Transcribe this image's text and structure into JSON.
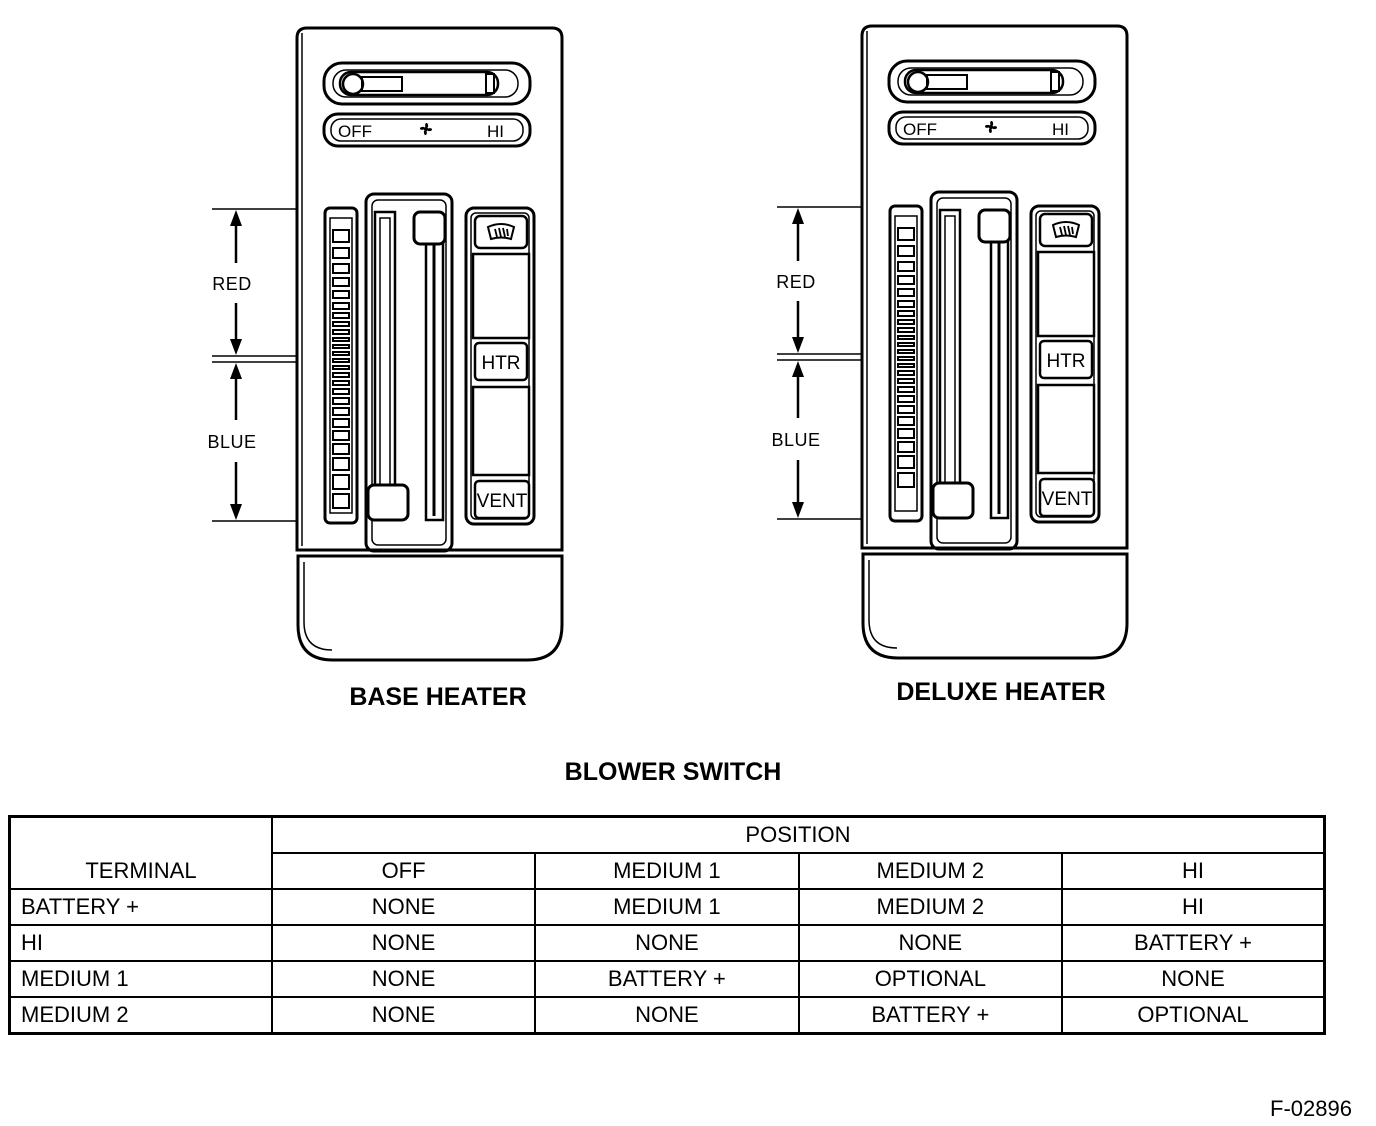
{
  "panels": [
    {
      "title": "BASE HEATER",
      "fan_off_label": "OFF",
      "fan_hi_label": "HI",
      "red_label": "RED",
      "blue_label": "BLUE",
      "htr_label": "HTR",
      "vent_label": "VENT"
    },
    {
      "title": "DELUXE HEATER",
      "fan_off_label": "OFF",
      "fan_hi_label": "HI",
      "red_label": "RED",
      "blue_label": "BLUE",
      "htr_label": "HTR",
      "vent_label": "VENT"
    }
  ],
  "table": {
    "title": "BLOWER SWITCH",
    "terminal_header": "TERMINAL",
    "position_header": "POSITION",
    "positions": [
      "OFF",
      "MEDIUM 1",
      "MEDIUM 2",
      "HI"
    ],
    "rows": [
      {
        "terminal": "BATTERY +",
        "cells": [
          "NONE",
          "MEDIUM 1",
          "MEDIUM 2",
          "HI"
        ]
      },
      {
        "terminal": "HI",
        "cells": [
          "NONE",
          "NONE",
          "NONE",
          "BATTERY +"
        ]
      },
      {
        "terminal": "MEDIUM 1",
        "cells": [
          "NONE",
          "BATTERY +",
          "OPTIONAL",
          "NONE"
        ]
      },
      {
        "terminal": "MEDIUM 2",
        "cells": [
          "NONE",
          "NONE",
          "BATTERY +",
          "OPTIONAL"
        ]
      }
    ]
  },
  "figure_id": "F-02896"
}
